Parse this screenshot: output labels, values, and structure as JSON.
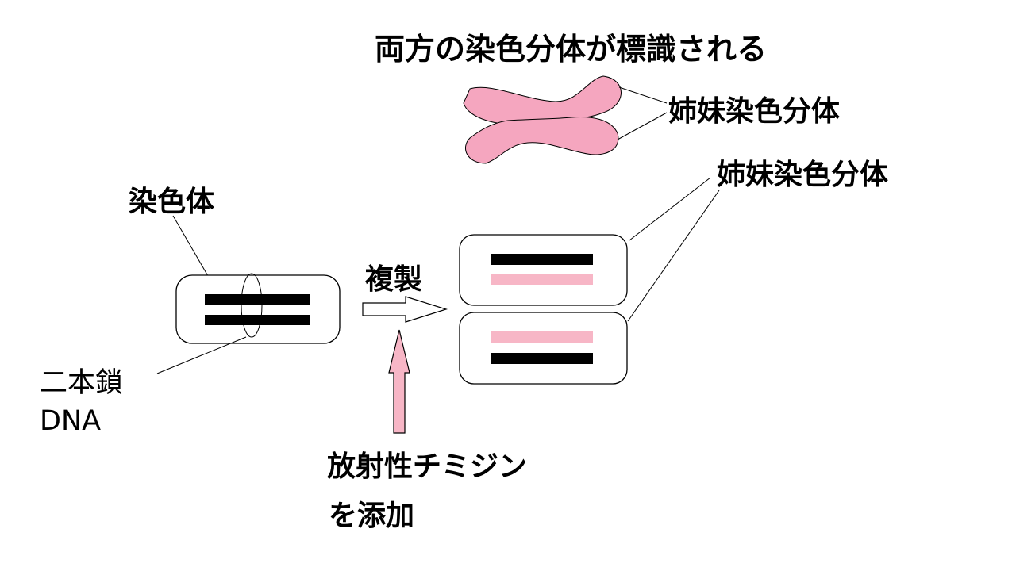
{
  "labels": {
    "top_caption": "両方の染色分体が標識される",
    "sister_chromatid_top": "姉妹染色分体",
    "sister_chromatid_right": "姉妹染色分体",
    "chromosome": "染色体",
    "replication": "複製",
    "double_strand_line1": "二本鎖",
    "double_strand_line2": "DNA",
    "radioactive_line1": "放射性チミジン",
    "radioactive_line2": "を添加"
  },
  "colors": {
    "dna_strand": "#000000",
    "labeled_strand": "#f7b6c6",
    "chromosome_pink": "#f5a6bf",
    "arrow_pink": "#f7b6c6",
    "outline": "#000000",
    "background": "#ffffff"
  }
}
